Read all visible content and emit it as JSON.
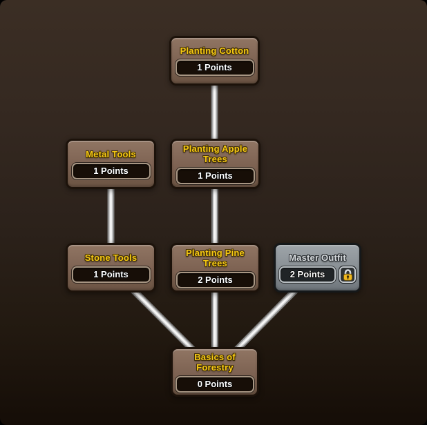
{
  "window": {
    "type": "skill-tree",
    "background_top": "#3b2e24",
    "background_bottom": "#150d07"
  },
  "colors": {
    "node_brown_top": "#907563",
    "node_brown_bottom": "#6b5443",
    "node_gray_top": "#9ea4a9",
    "node_gray_bottom": "#6e757b",
    "title_yellow": "#f6c913",
    "title_silver": "#d6dadd",
    "points_text": "#ffffff",
    "link_silver": "#f8f8f8",
    "lock_gold": "#f0b81f"
  },
  "skill_tree": {
    "nodes": [
      {
        "id": "planting-cotton",
        "title": "Planting Cotton",
        "points": "1 Points",
        "locked": false
      },
      {
        "id": "metal-tools",
        "title": "Metal Tools",
        "points": "1 Points",
        "locked": false
      },
      {
        "id": "planting-apple-trees",
        "title": "Planting Apple Trees",
        "points": "1 Points",
        "locked": false
      },
      {
        "id": "stone-tools",
        "title": "Stone Tools",
        "points": "1 Points",
        "locked": false
      },
      {
        "id": "planting-pine-trees",
        "title": "Planting Pine Trees",
        "points": "2 Points",
        "locked": false
      },
      {
        "id": "master-outfit",
        "title": "Master Outfit",
        "points": "2 Points",
        "locked": true,
        "lock_icon": "padlock-icon"
      },
      {
        "id": "basics-of-forestry",
        "title": "Basics of Forestry",
        "points": "0 Points",
        "locked": false
      }
    ],
    "connections": [
      {
        "from": "planting-cotton",
        "to": "planting-apple-trees"
      },
      {
        "from": "metal-tools",
        "to": "stone-tools"
      },
      {
        "from": "planting-apple-trees",
        "to": "planting-pine-trees"
      },
      {
        "from": "stone-tools",
        "to": "basics-of-forestry"
      },
      {
        "from": "planting-pine-trees",
        "to": "basics-of-forestry"
      },
      {
        "from": "master-outfit",
        "to": "basics-of-forestry"
      }
    ]
  }
}
